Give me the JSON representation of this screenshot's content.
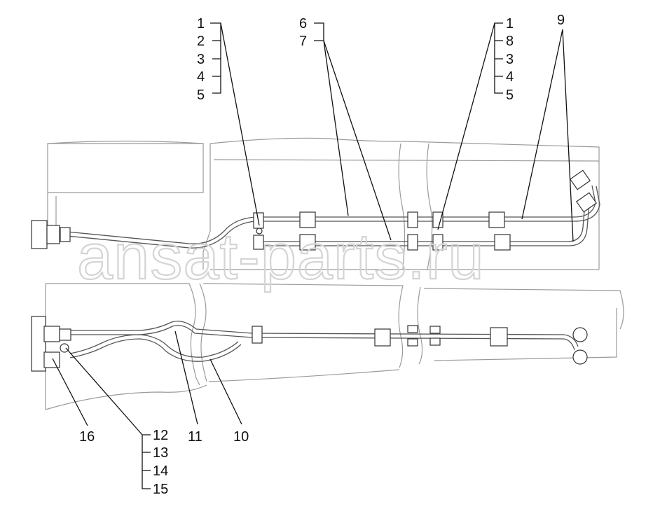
{
  "callouts": {
    "g1": [
      "1",
      "2",
      "3",
      "4",
      "5"
    ],
    "g2": [
      "6",
      "7"
    ],
    "g3": [
      "1",
      "8",
      "3",
      "4",
      "5"
    ],
    "g4": [
      "9"
    ],
    "g5": [
      "12",
      "13",
      "14",
      "15"
    ],
    "c16": "16",
    "c11": "11",
    "c10": "10"
  },
  "watermark": "ansat-parts.ru",
  "colors": {
    "line": "#111111",
    "outline": "#9a9a9a",
    "watermark": "#d4d4d4"
  }
}
